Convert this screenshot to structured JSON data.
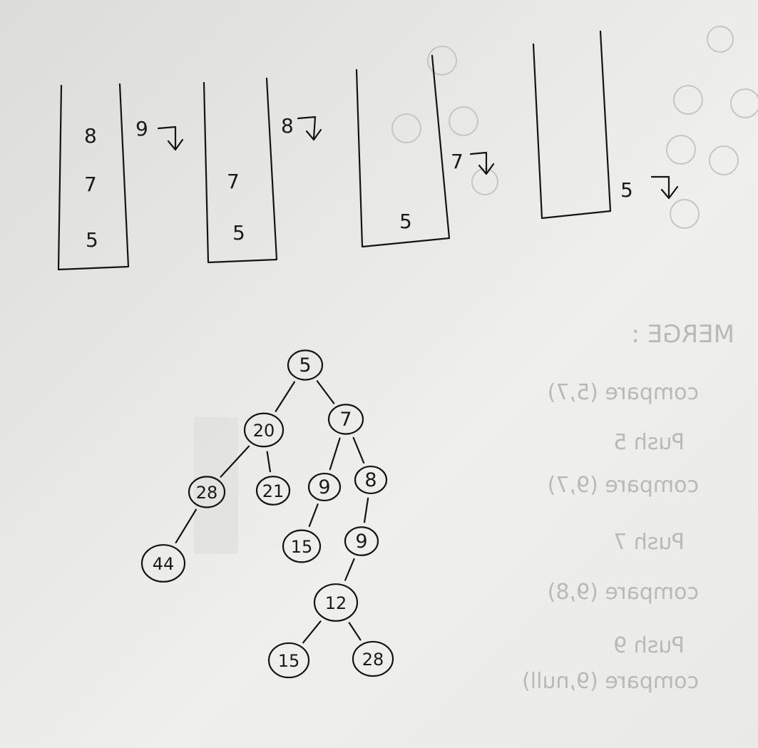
{
  "stacks": [
    {
      "items": [
        "8",
        "7",
        "5"
      ],
      "popped": "9"
    },
    {
      "items": [
        "7",
        "5"
      ],
      "popped": "8"
    },
    {
      "items": [
        "5"
      ],
      "popped": "7"
    },
    {
      "items": [],
      "popped": "5"
    }
  ],
  "tree": {
    "nodes": [
      "5",
      "20",
      "7",
      "28",
      "21",
      "9",
      "8",
      "44",
      "15",
      "9",
      "12",
      "15",
      "28"
    ]
  },
  "ghost_text": {
    "heading": "MERGE :",
    "lines": [
      "compare (5,7)",
      "Push 5",
      "compare (9,7)",
      "Push 7",
      "compare (9,8)",
      "Push 9",
      "compare (9,null)"
    ]
  }
}
